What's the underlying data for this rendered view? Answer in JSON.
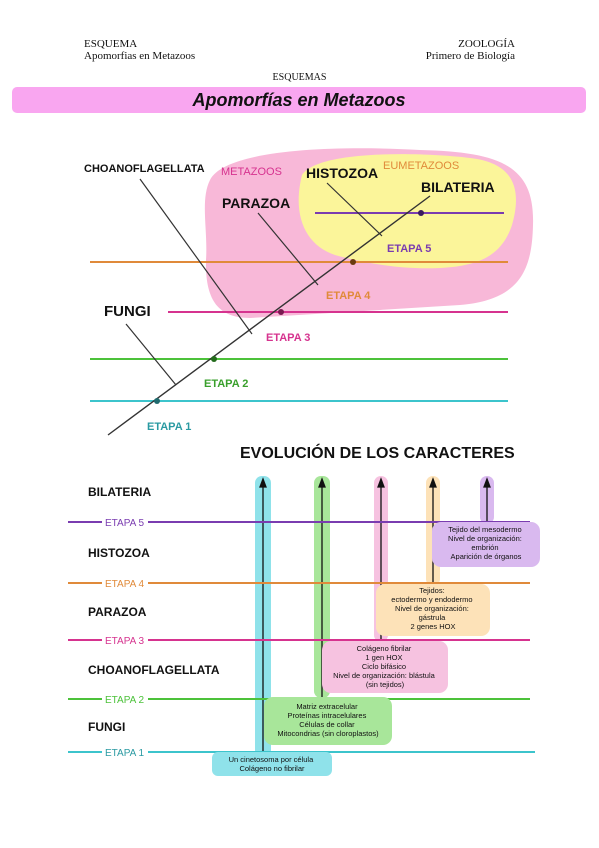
{
  "header": {
    "left_line1": "ESQUEMA",
    "left_line2": "Apomorfias en Metazoos",
    "right_line1": "ZOOLOGÍA",
    "right_line2": "Primero de Biología",
    "center": "ESQUEMAS"
  },
  "title": "Apomorfías en Metazoos",
  "tree": {
    "taxa": {
      "choanoflagellata": "CHOANOFLAGELLATA",
      "fungi": "FUNGI",
      "parazoa": "PARAZOA",
      "histozoa": "HISTOZOA",
      "bilateria": "BILATERIA"
    },
    "groups": {
      "metazoos": "METAZOOS",
      "eumetazoos": "EUMETAZOOS"
    },
    "stages": [
      {
        "label": "ETAPA 1",
        "color": "#3cc4cc"
      },
      {
        "label": "ETAPA 2",
        "color": "#4cc23a"
      },
      {
        "label": "ETAPA 3",
        "color": "#d6338f"
      },
      {
        "label": "ETAPA 4",
        "color": "#e08a3a"
      },
      {
        "label": "ETAPA 5",
        "color": "#7a3cb0"
      }
    ]
  },
  "evolution": {
    "title": "EVOLUCIÓN DE LOS CARACTERES",
    "taxa": [
      "FUNGI",
      "CHOANOFLAGELLATA",
      "PARAZOA",
      "HISTOZOA",
      "BILATERIA"
    ],
    "stages": [
      "ETAPA 1",
      "ETAPA 2",
      "ETAPA 3",
      "ETAPA 4",
      "ETAPA 5"
    ],
    "boxes": [
      {
        "lines": [
          "Un cinetosoma por célula",
          "Colágeno no fibrilar"
        ]
      },
      {
        "lines": [
          "Matriz extracelular",
          "Proteínas intracelulares",
          "Células de collar",
          "Mitocondrias (sin cloroplastos)"
        ]
      },
      {
        "lines": [
          "Colágeno fibrilar",
          "1 gen HOX",
          "Ciclo bifásico",
          "Nivel de organización: blástula",
          "(sin tejidos)"
        ]
      },
      {
        "lines": [
          "Tejidos:",
          "ectodermo y endodermo",
          "Nivel de organización:",
          "gástrula",
          "2 genes HOX"
        ]
      },
      {
        "lines": [
          "Tejido del mesodermo",
          "Nivel de organización:",
          "embrión",
          "Aparición de órganos"
        ]
      }
    ]
  },
  "colors": {
    "title_bar": "#f9a6f0",
    "metazoos_blob": "#f8b8d8",
    "eumetazoos_blob": "#fbf59a",
    "cyan": "#3cc4cc",
    "green": "#4cc23a",
    "magenta": "#d6338f",
    "orange": "#e08a3a",
    "purple": "#7a3cb0"
  }
}
